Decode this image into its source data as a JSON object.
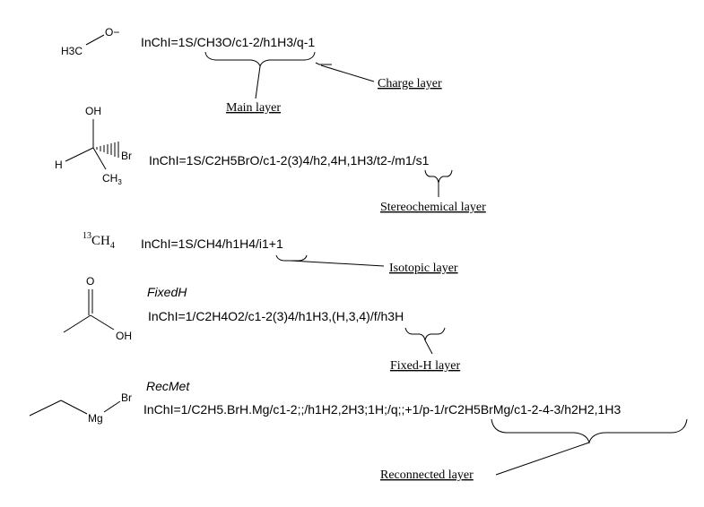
{
  "rows": [
    {
      "molecule": {
        "h3c": "H3C",
        "o_minus": "O−"
      },
      "inchi": "InChI=1S/CH3O/c1-2/h1H3/q-1",
      "labels": {
        "main": "Main layer",
        "charge": "Charge layer"
      }
    },
    {
      "molecule": {
        "oh": "OH",
        "h": "H",
        "br": "Br",
        "ch3": "CH3"
      },
      "inchi": "InChI=1S/C2H5BrO/c1-2(3)4/h2,4H,1H3/t2-/m1/s1",
      "labels": {
        "stereo": "Stereochemical layer"
      }
    },
    {
      "molecule": {
        "isotope": "13",
        "ch4": "CH4"
      },
      "inchi": "InChI=1S/CH4/h1H4/i1+1",
      "labels": {
        "isotopic": "Isotopic layer"
      }
    },
    {
      "option": "FixedH",
      "molecule": {
        "o": "O",
        "oh": "OH"
      },
      "inchi": "InChI=1/C2H4O2/c1-2(3)4/h1H3,(H,3,4)/f/h3H",
      "labels": {
        "fixedh": "Fixed-H layer"
      }
    },
    {
      "option": "RecMet",
      "molecule": {
        "br": "Br",
        "mg": "Mg"
      },
      "inchi": "InChI=1/C2H5.BrH.Mg/c1-2;;/h1H2,2H3;1H;/q;;+1/p-1/rC2H5BrMg/c1-2-4-3/h2H2,1H3",
      "labels": {
        "reconnected": "Reconnected layer"
      }
    }
  ]
}
